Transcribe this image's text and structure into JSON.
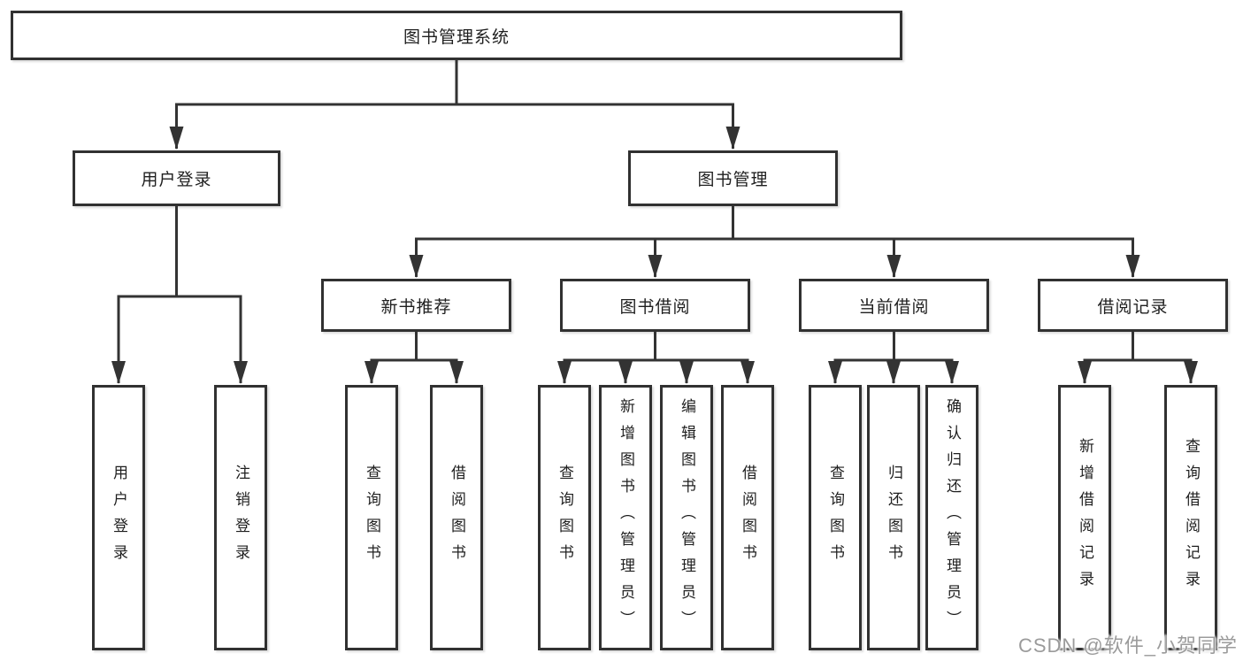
{
  "diagram": {
    "root": "图书管理系统",
    "level2": {
      "user_login": "用户登录",
      "book_mgmt": "图书管理"
    },
    "level3": {
      "new_book": "新书推荐",
      "book_borrow": "图书借阅",
      "current_borrow": "当前借阅",
      "borrow_record": "借阅记录"
    },
    "leaves": {
      "user_login": [
        "用户登录",
        "注销登录"
      ],
      "new_book": [
        "查询图书",
        "借阅图书"
      ],
      "book_borrow": [
        "查询图书",
        "新增图书（管理员）",
        "编辑图书（管理员）",
        "借阅图书"
      ],
      "current_borrow": [
        "查询图书",
        "归还图书",
        "确认归还（管理员）"
      ],
      "borrow_record": [
        "新增借阅记录",
        "查询借阅记录"
      ]
    }
  },
  "watermark": "CSDN @软件_小贺同学",
  "colors": {
    "line": "#333333",
    "box_border": "#313131",
    "text": "#1f1f1f",
    "background": "#ffffff",
    "watermark": "#9b9b9b"
  }
}
